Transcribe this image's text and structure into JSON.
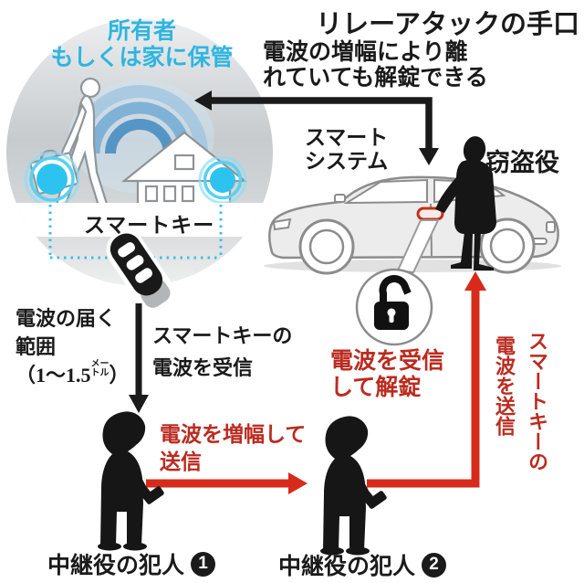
{
  "title": "リレーアタックの手口",
  "subtitle": {
    "line1": "電波の増幅により離",
    "line2": "れていても解錠できる"
  },
  "owner_area": {
    "caption_line1": "所有者",
    "caption_line2": "もしくは家に保管",
    "smart_key_label": "スマートキー"
  },
  "smart_system_label": {
    "line1": "スマート",
    "line2": "システム"
  },
  "thief_label": "窃盗役",
  "range_note": {
    "line1": "電波の届く",
    "line2": "範囲",
    "line3_prefix": "（1〜1.5",
    "unit_top": "メー",
    "unit_bottom": "トル",
    "line3_suffix": "）"
  },
  "receive_key_wave": {
    "line1": "スマートキーの",
    "line2": "電波を受信"
  },
  "unlock_note": {
    "line1": "電波を受信",
    "line2": "して解錠"
  },
  "amplify_note": {
    "line1": "電波を増幅して",
    "line2": "送信"
  },
  "send_key_wave_vertical": {
    "line1": "スマートキーの",
    "line2": "電波を送信"
  },
  "relay1": {
    "label": "中継役の犯人",
    "number": "1"
  },
  "relay2": {
    "label": "中継役の犯人",
    "number": "2"
  },
  "icons": {
    "unlock_padlock": "open padlock in circle callout from door handle",
    "smart_key": "black key fob with three buttons",
    "wifi_waves": "concentric radio wave arcs",
    "radio_glow": "cyan glowing signal dots",
    "house": "house outline",
    "car": "gray coupe side view",
    "figures": "owner walking, thief at car, two hooded relay criminals with phones"
  },
  "colors": {
    "accent_red_arrow": "#d62b1b",
    "accent_red_text": "#bb2b1f",
    "accent_blue_text": "#2fb5e0",
    "cyan_glow": "#2cc4ef",
    "dashed_box": "#3bc0e8",
    "black": "#1a1a1a",
    "car_gray": "#ececec"
  }
}
